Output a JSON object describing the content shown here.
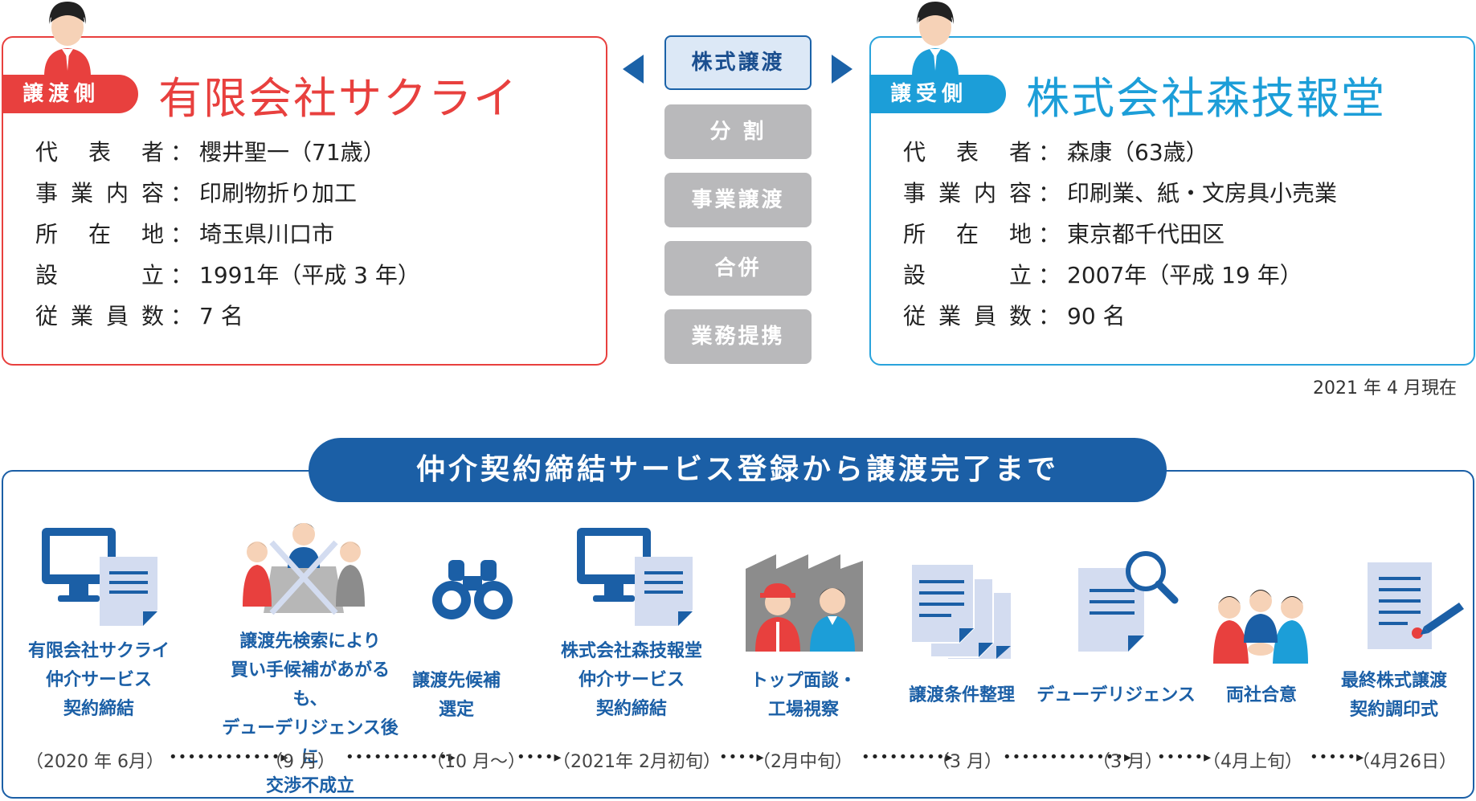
{
  "seller": {
    "role": "譲渡側",
    "name": "有限会社サクライ",
    "rows": [
      {
        "label": "代表者",
        "value": "櫻井聖一（71歳）"
      },
      {
        "label": "事業内容",
        "value": "印刷物折り加工"
      },
      {
        "label": "所在地",
        "value": "埼玉県川口市"
      },
      {
        "label": "設立",
        "value": "1991年（平成 3 年）"
      },
      {
        "label": "従業員数",
        "value": "7 名"
      }
    ]
  },
  "buyer": {
    "role": "譲受側",
    "name": "株式会社森技報堂",
    "rows": [
      {
        "label": "代表者",
        "value": "森康（63歳）"
      },
      {
        "label": "事業内容",
        "value": "印刷業、紙・文房具小売業"
      },
      {
        "label": "所在地",
        "value": "東京都千代田区"
      },
      {
        "label": "設立",
        "value": "2007年（平成 19 年）"
      },
      {
        "label": "従業員数",
        "value": "90 名"
      }
    ]
  },
  "schemes": {
    "active": "株式譲渡",
    "others": [
      "分 割",
      "事業譲渡",
      "合併",
      "業務提携"
    ]
  },
  "as_of": "2021 年 4 月現在",
  "process": {
    "title": "仲介契約締結サービス登録から譲渡完了まで",
    "steps": [
      {
        "label": "有限会社サクライ\n仲介サービス\n契約締結",
        "date": "（2020 年 6月）",
        "icon": "computer-document-icon"
      },
      {
        "label": "譲渡先検索により\n買い手候補があがるも、\nデューデリジェンス後に\n交渉不成立",
        "date": "（9 月）",
        "icon": "people-crossed-icon"
      },
      {
        "label": "譲渡先候補\n選定",
        "date": "（10 月～）",
        "icon": "binoculars-icon"
      },
      {
        "label": "株式会社森技報堂\n仲介サービス\n契約締結",
        "date": "（2021年 2月初旬）",
        "icon": "computer-document-icon"
      },
      {
        "label": "トップ面談・\n工場視察",
        "date": "（2月中旬）",
        "icon": "factory-meeting-icon"
      },
      {
        "label": "譲渡条件整理",
        "date": "（3 月）",
        "icon": "documents-stack-icon"
      },
      {
        "label": "デューデリジェンス",
        "date": "（3 月）",
        "icon": "document-search-icon"
      },
      {
        "label": "両社合意",
        "date": "（4月上旬）",
        "icon": "handshake-icon"
      },
      {
        "label": "最終株式譲渡\n契約調印式",
        "date": "（4月26日）",
        "icon": "signing-pen-icon"
      }
    ]
  },
  "colors": {
    "seller": "#e8403e",
    "buyer": "#1c9ed8",
    "navy": "#1b5fa6",
    "muted": "#b9b9bb",
    "icon_light": "#d3dcf0"
  }
}
